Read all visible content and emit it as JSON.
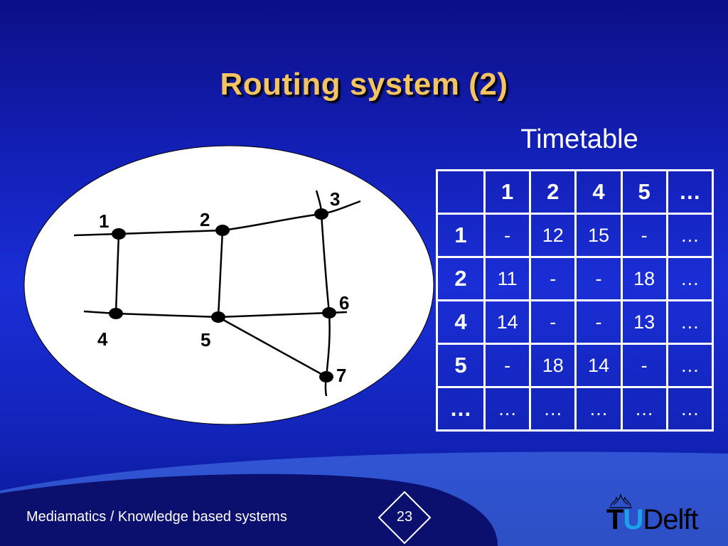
{
  "slide": {
    "title": "Routing system (2)",
    "subtitle": "Timetable",
    "page_number": "23",
    "footer": "Mediamatics / Knowledge based systems"
  },
  "network": {
    "nodes": [
      "1",
      "2",
      "3",
      "4",
      "5",
      "6",
      "7"
    ]
  },
  "timetable": {
    "header": [
      "",
      "1",
      "2",
      "4",
      "5",
      "…"
    ],
    "rows": [
      {
        "label": "1",
        "cells": [
          "-",
          "12",
          "15",
          "-",
          "…"
        ]
      },
      {
        "label": "2",
        "cells": [
          "11",
          "-",
          "-",
          "18",
          "…"
        ]
      },
      {
        "label": "4",
        "cells": [
          "14",
          "-",
          "-",
          "13",
          "…"
        ]
      },
      {
        "label": "5",
        "cells": [
          "-",
          "18",
          "14",
          "-",
          "…"
        ]
      },
      {
        "label": "…",
        "cells": [
          "…",
          "…",
          "…",
          "…",
          "…"
        ]
      }
    ]
  },
  "logo": {
    "letter_t": "T",
    "letter_u": "U",
    "word": "Delft"
  },
  "colors": {
    "title": "#f4c462",
    "background": "#1624c4",
    "footer_band": "#1a2ca8",
    "logo_u": "#1aa3e8"
  }
}
